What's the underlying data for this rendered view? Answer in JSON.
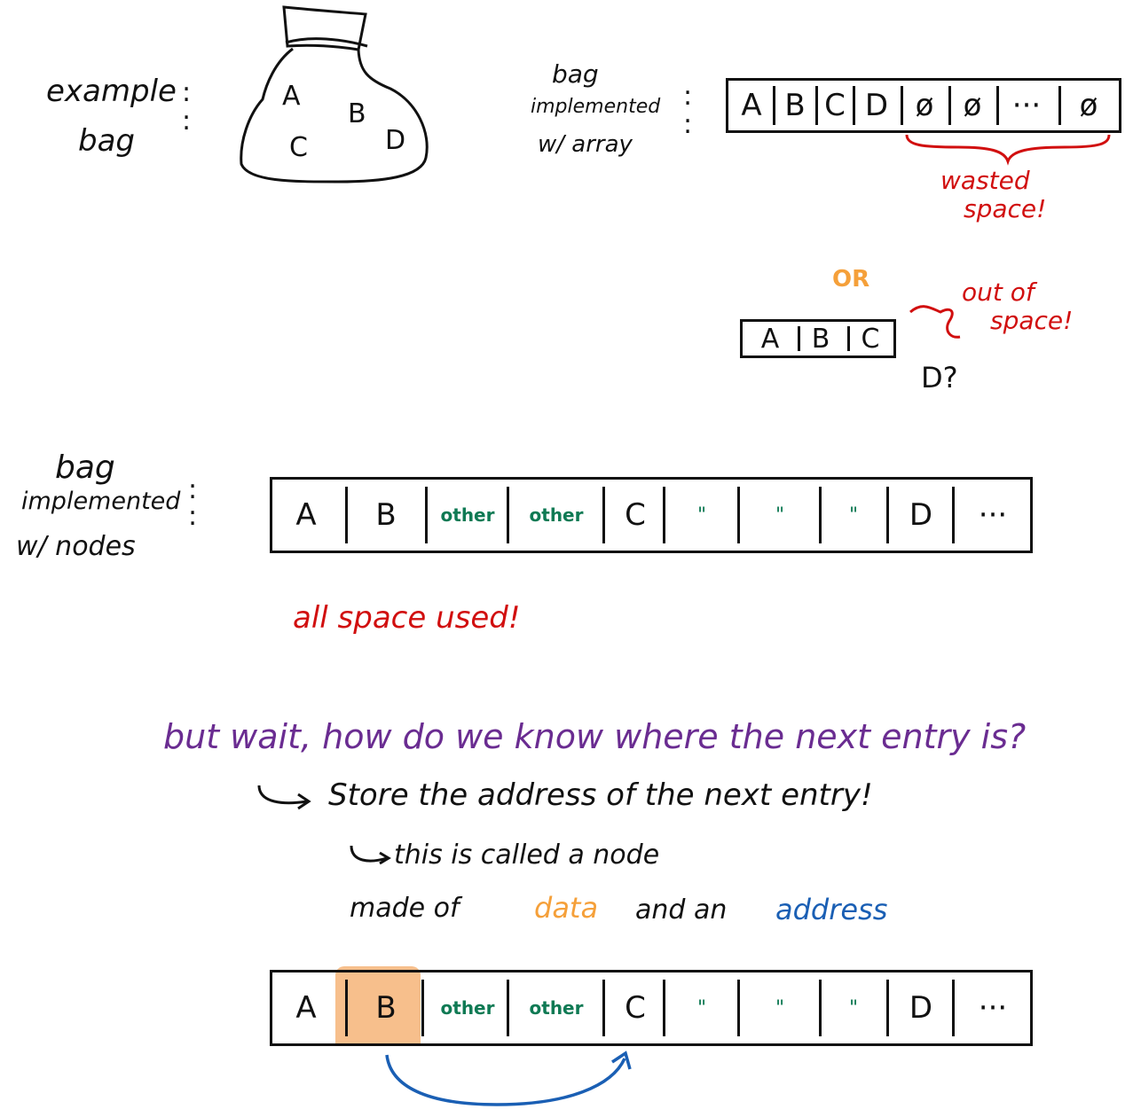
{
  "example": {
    "label_line1": "example",
    "label_line2": "bag",
    "colon": ":",
    "bag_items": [
      "A",
      "B",
      "C",
      "D"
    ]
  },
  "array": {
    "label_line1": "bag",
    "label_line2": "implemented",
    "label_line3": "w/ array",
    "colon": ":",
    "cells": [
      "A",
      "B",
      "C",
      "D",
      "ø",
      "ø",
      "···",
      "ø"
    ],
    "wasted_line1": "wasted",
    "wasted_line2": "space!"
  },
  "or": {
    "label": "OR",
    "cells": [
      "A",
      "B",
      "C"
    ],
    "note_line1": "out of",
    "note_line2": "space!",
    "question": "D?"
  },
  "nodes": {
    "label_line1": "bag",
    "label_line2": "implemented",
    "label_line3": "w/ nodes",
    "colon": ":",
    "cells": [
      "A",
      "B",
      "other",
      "other",
      "C",
      "\"",
      "\"",
      "\"",
      "D",
      "···"
    ],
    "all_used": "all space used!"
  },
  "question": {
    "line1": "but wait, how do we know where the next entry is?",
    "line2": "Store the address of the next entry!",
    "line3": "this is called a node",
    "line4_prefix": "made of",
    "line4_data": "data",
    "line4_and": "and an",
    "line4_address": "address"
  },
  "bottom": {
    "cells": [
      "A",
      "B",
      "other",
      "other",
      "C",
      "\"",
      "\"",
      "\"",
      "D",
      "···"
    ]
  },
  "colors": {
    "red": "#d10f0f",
    "orange": "#f5a03a",
    "purple": "#6a2c91",
    "blue": "#1a5fb4",
    "green": "#0f7a54",
    "highlight": "#f7bf8c"
  }
}
